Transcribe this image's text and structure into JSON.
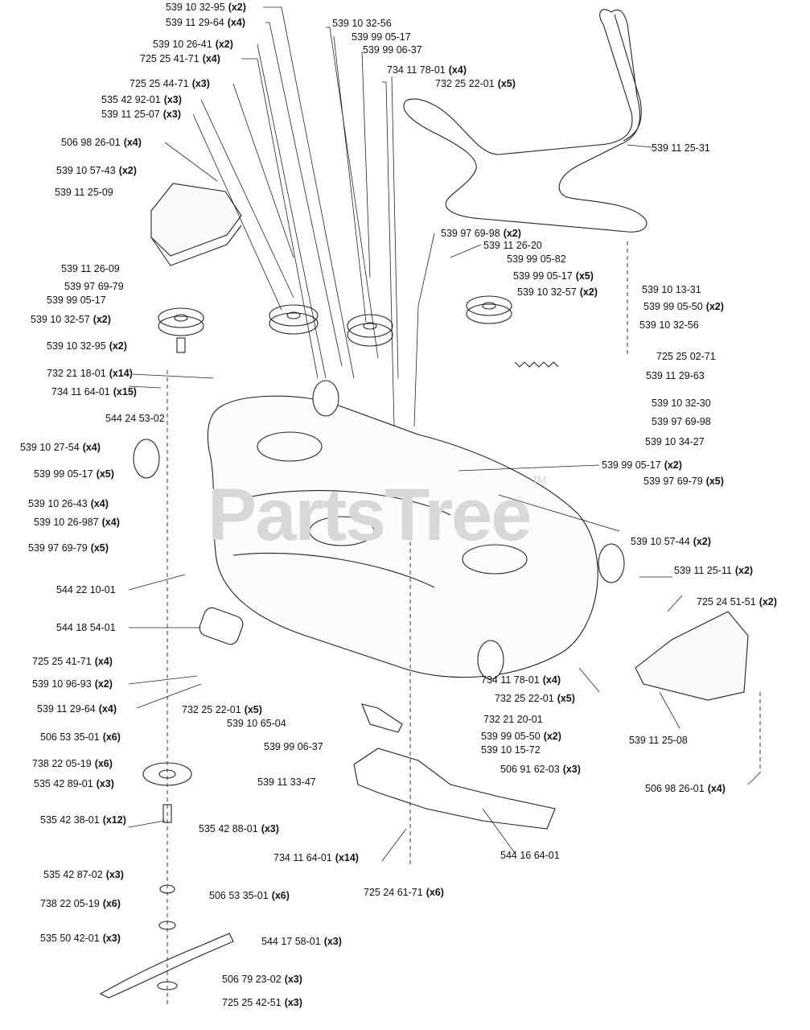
{
  "watermark": {
    "text": "PartsTree",
    "mark": "TM"
  },
  "labels": [
    {
      "part": "539 10 32-95",
      "qty": "(x2)"
    },
    {
      "part": "539 11 29-64",
      "qty": "(x4)"
    },
    {
      "part": "539 10 26-41",
      "qty": "(x2)"
    },
    {
      "part": "725 25 41-71",
      "qty": "(x4)"
    },
    {
      "part": "725 25 44-71",
      "qty": "(x3)"
    },
    {
      "part": "535 42 92-01",
      "qty": "(x3)"
    },
    {
      "part": "539 11 25-07",
      "qty": "(x3)"
    },
    {
      "part": "506 98 26-01",
      "qty": "(x4)"
    },
    {
      "part": "539 10 57-43",
      "qty": "(x2)"
    },
    {
      "part": "539 11 25-09",
      "qty": ""
    },
    {
      "part": "539 11 26-09",
      "qty": ""
    },
    {
      "part": "539 97 69-79",
      "qty": ""
    },
    {
      "part": "539 99 05-17",
      "qty": ""
    },
    {
      "part": "539 10 32-57",
      "qty": "(x2)"
    },
    {
      "part": "539 10 32-95",
      "qty": "(x2)"
    },
    {
      "part": "732 21 18-01",
      "qty": "(x14)"
    },
    {
      "part": "734 11 64-01",
      "qty": "(x15)"
    },
    {
      "part": "544 24 53-02",
      "qty": ""
    },
    {
      "part": "539 10 27-54",
      "qty": "(x4)"
    },
    {
      "part": "539 99 05-17",
      "qty": "(x5)"
    },
    {
      "part": "539 10 26-43",
      "qty": "(x4)"
    },
    {
      "part": "539 10 26-987",
      "qty": "(x4)"
    },
    {
      "part": "539 97 69-79",
      "qty": "(x5)"
    },
    {
      "part": "544 22 10-01",
      "qty": ""
    },
    {
      "part": "544 18 54-01",
      "qty": ""
    },
    {
      "part": "725 25 41-71",
      "qty": "(x4)"
    },
    {
      "part": "539 10 96-93",
      "qty": "(x2)"
    },
    {
      "part": "539 11 29-64",
      "qty": "(x4)"
    },
    {
      "part": "732 25 22-01",
      "qty": "(x5)"
    },
    {
      "part": "539 10 65-04",
      "qty": ""
    },
    {
      "part": "506 53 35-01",
      "qty": "(x6)"
    },
    {
      "part": "738 22 05-19",
      "qty": "(x6)"
    },
    {
      "part": "535 42 89-01",
      "qty": "(x3)"
    },
    {
      "part": "539 99 06-37",
      "qty": ""
    },
    {
      "part": "539 11 33-47",
      "qty": ""
    },
    {
      "part": "535 42 38-01",
      "qty": "(x12)"
    },
    {
      "part": "535 42 88-01",
      "qty": "(x3)"
    },
    {
      "part": "535 42 87-02",
      "qty": "(x3)"
    },
    {
      "part": "738 22 05-19",
      "qty": "(x6)"
    },
    {
      "part": "506 53 35-01",
      "qty": "(x6)"
    },
    {
      "part": "535 50 42-01",
      "qty": "(x3)"
    },
    {
      "part": "544 17 58-01",
      "qty": "(x3)"
    },
    {
      "part": "506 79 23-02",
      "qty": "(x3)"
    },
    {
      "part": "725 25 42-51",
      "qty": "(x3)"
    },
    {
      "part": "734 11 64-01",
      "qty": "(x14)"
    },
    {
      "part": "725 24 61-71",
      "qty": "(x6)"
    },
    {
      "part": "544 16 64-01",
      "qty": ""
    },
    {
      "part": "506 91 62-03",
      "qty": "(x3)"
    },
    {
      "part": "539 10 15-72",
      "qty": ""
    },
    {
      "part": "539 99 05-50",
      "qty": "(x2)"
    },
    {
      "part": "732 21 20-01",
      "qty": ""
    },
    {
      "part": "732 25 22-01",
      "qty": "(x5)"
    },
    {
      "part": "734 11 78-01",
      "qty": "(x4)"
    },
    {
      "part": "539 11 25-08",
      "qty": ""
    },
    {
      "part": "506 98 26-01",
      "qty": "(x4)"
    },
    {
      "part": "725 24 51-51",
      "qty": "(x2)"
    },
    {
      "part": "539 11 25-11",
      "qty": "(x2)"
    },
    {
      "part": "539 10 57-44",
      "qty": "(x2)"
    },
    {
      "part": "539 97 69-79",
      "qty": "(x5)"
    },
    {
      "part": "539 99 05-17",
      "qty": "(x2)"
    },
    {
      "part": "539 10 34-27",
      "qty": ""
    },
    {
      "part": "539 97 69-98",
      "qty": ""
    },
    {
      "part": "539 10 32-30",
      "qty": ""
    },
    {
      "part": "539 11 29-63",
      "qty": ""
    },
    {
      "part": "725 25 02-71",
      "qty": ""
    },
    {
      "part": "539 10 32-56",
      "qty": ""
    },
    {
      "part": "539 99 05-50",
      "qty": "(x2)"
    },
    {
      "part": "539 10 13-31",
      "qty": ""
    },
    {
      "part": "539 10 32-57",
      "qty": "(x2)"
    },
    {
      "part": "539 99 05-17",
      "qty": "(x5)"
    },
    {
      "part": "539 99 05-82",
      "qty": ""
    },
    {
      "part": "539 11 26-20",
      "qty": ""
    },
    {
      "part": "539 97 69-98",
      "qty": "(x2)"
    },
    {
      "part": "539 11 25-31",
      "qty": ""
    },
    {
      "part": "732 25 22-01",
      "qty": "(x5)"
    },
    {
      "part": "734 11 78-01",
      "qty": "(x4)"
    },
    {
      "part": "539 99 06-37",
      "qty": ""
    },
    {
      "part": "539 99 05-17",
      "qty": ""
    },
    {
      "part": "539 10 32-56",
      "qty": ""
    }
  ]
}
